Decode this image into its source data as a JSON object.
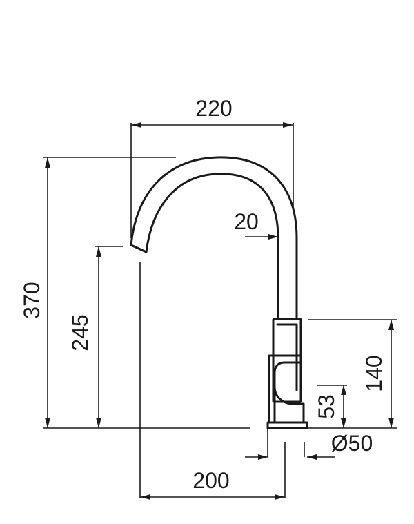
{
  "drawing": {
    "line_color": "#1a1a1a",
    "background": "#ffffff",
    "dimensions": {
      "spout_reach": "220",
      "spout_diameter": "20",
      "total_height": "370",
      "spout_height": "245",
      "body_height": "140",
      "handle_height": "53",
      "base_diameter": "Ø50",
      "spout_projection": "200"
    }
  }
}
